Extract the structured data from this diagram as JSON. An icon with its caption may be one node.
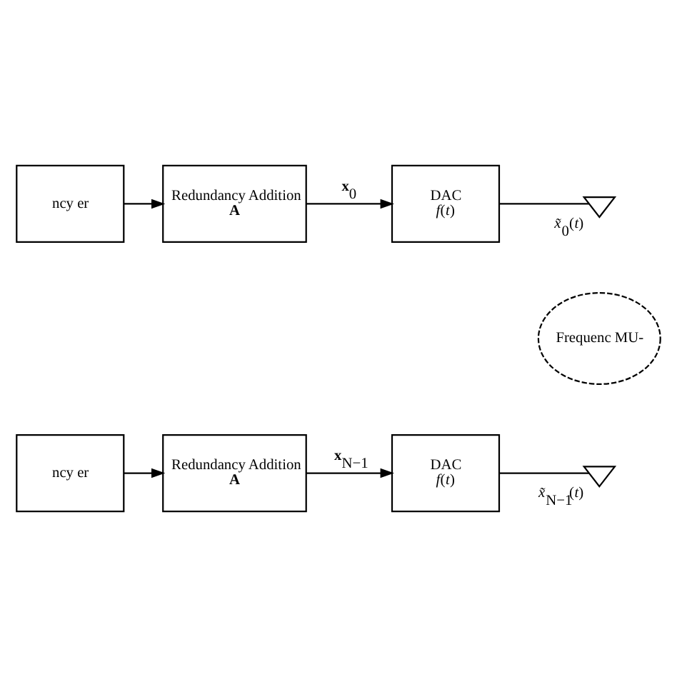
{
  "diagram": {
    "nodes": [
      {
        "text": [
          "ncy er"
        ]
      },
      {
        "text": [
          "Redundancy Addition",
          "**A**"
        ]
      },
      {
        "text": [
          "DAC",
          "*f*(*t*)"
        ]
      },
      {
        "text": [],
        "shape": "antenna",
        "beside": [
          "*x̃*$_{0}$(*t*)"
        ]
      },
      {
        "text": [
          "Frequenc MU-"
        ]
      },
      {
        "text": [
          "ncy er"
        ]
      },
      {
        "text": [
          "Redundancy Addition",
          "**A**"
        ]
      },
      {
        "text": [
          "DAC",
          "*f*(*t*)"
        ]
      },
      {
        "text": [],
        "shape": "antenna",
        "beside": [
          "*x̃*$_{N−1}$(*t*)"
        ]
      }
    ],
    "edges": [
      {
        "from": 0,
        "to": 1,
        "arrow": "to"
      },
      {
        "from": 1,
        "to": 2,
        "arrow": "to",
        "label": "**x**$_{0}$"
      },
      {
        "from": 2,
        "to": 3,
        "arrow": "none"
      },
      {
        "from": 5,
        "to": 6,
        "arrow": "to"
      },
      {
        "from": 6,
        "to": 7,
        "arrow": "to",
        "label": "**x**$_{N−1}$"
      },
      {
        "from": 7,
        "to": 8,
        "arrow": "none"
      }
    ]
  }
}
